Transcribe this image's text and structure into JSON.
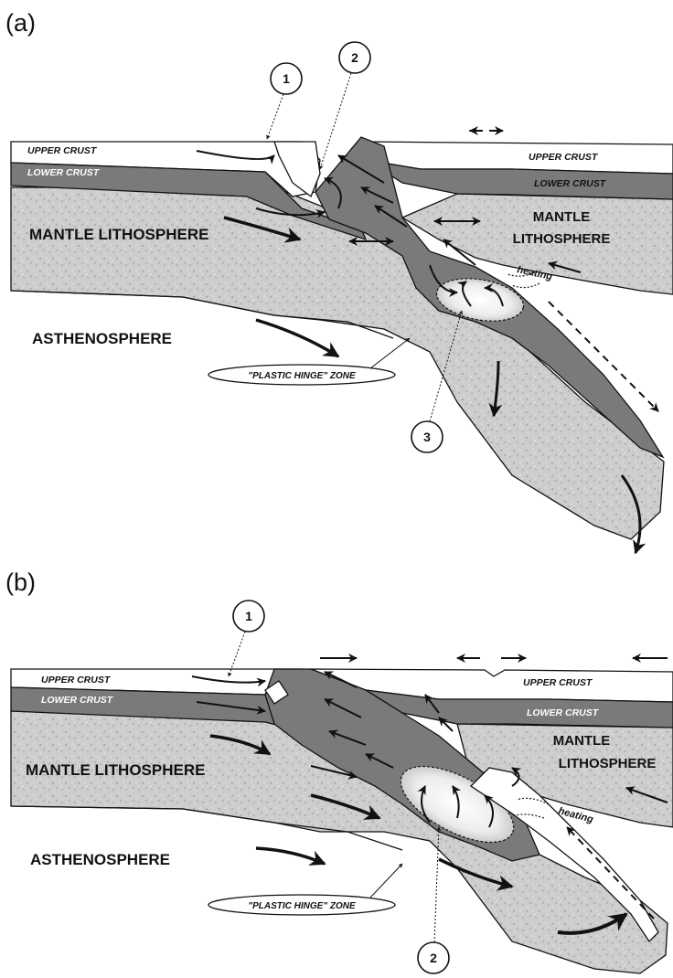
{
  "panels": [
    {
      "label": "(a)",
      "upper_crust_left": "UPPER CRUST",
      "lower_crust_left": "LOWER CRUST",
      "upper_crust_right": "UPPER CRUST",
      "lower_crust_right": "LOWER CRUST",
      "mantle_left": "MANTLE LITHOSPHERE",
      "mantle_right_1": "MANTLE",
      "mantle_right_2": "LITHOSPHERE",
      "asthenosphere": "ASTHENOSPHERE",
      "hinge": "\"PLASTIC HINGE\" ZONE",
      "heating": "heating",
      "markers": [
        "1",
        "2",
        "3"
      ]
    },
    {
      "label": "(b)",
      "upper_crust_left": "UPPER CRUST",
      "lower_crust_left": "LOWER CRUST",
      "upper_crust_right": "UPPER CRUST",
      "lower_crust_right": "LOWER CRUST",
      "mantle_left": "MANTLE LITHOSPHERE",
      "mantle_right_1": "MANTLE",
      "mantle_right_2": "LITHOSPHERE",
      "asthenosphere": "ASTHENOSPHERE",
      "hinge": "\"PLASTIC HINGE\" ZONE",
      "heating": "heating",
      "markers": [
        "1",
        "2"
      ]
    }
  ],
  "colors": {
    "background": "#ffffff",
    "upper_crust": "#ffffff",
    "lower_crust": "#7a7a7a",
    "mantle": "#c9c9c9",
    "asthenosphere": "#ffffff",
    "ink": "#111111"
  }
}
